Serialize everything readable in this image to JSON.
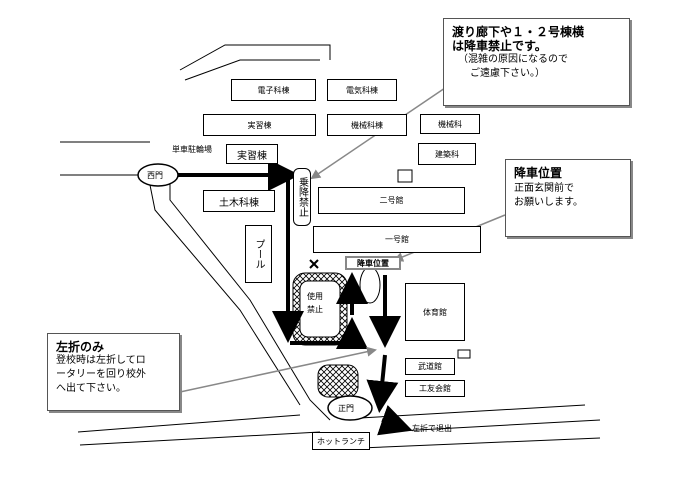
{
  "buildings": {
    "electronics": "電子科棟",
    "electrical": "電気科棟",
    "practice_building_1": "実習棟",
    "machinery_building": "機械科棟",
    "machinery_dept": "機械科",
    "bicycle_parking": "単車駐輪場",
    "practice_building_2": "実習棟",
    "building_2": "二号館",
    "building_1": "一号館",
    "civil_eng": "土木科棟",
    "pool": "プール",
    "gymnasium": "体育館",
    "budo_hall": "武道館",
    "club_hall": "工友会館",
    "construction_dept": "建築科",
    "hot_lunch": "ホットランチ"
  },
  "labels": {
    "west_gate": "西門",
    "main_gate": "正門",
    "no_dropoff_vertical": "乗降禁止",
    "no_use": "使用禁止",
    "no_use_line1": "使用",
    "no_use_line2": "禁止",
    "dropoff_position": "降車位置",
    "left_turn_exit": "左折で退出"
  },
  "callouts": {
    "top": {
      "heading": "渡り廊下や１・２号棟横",
      "heading2": "は降車禁止です。",
      "line1": "（混雑の原因になるので",
      "line2": "ご遠慮下さい。）"
    },
    "dropoff": {
      "heading": "降車位置",
      "line1": "正面玄関前で",
      "line2": "お願いします。"
    },
    "left": {
      "heading": "左折のみ",
      "line1": "登校時は左折してロ",
      "line2": "ータリーを回り校外",
      "line3": "へ出て下さい。"
    }
  },
  "colors": {
    "route": "#000000",
    "pointer": "#888888"
  }
}
